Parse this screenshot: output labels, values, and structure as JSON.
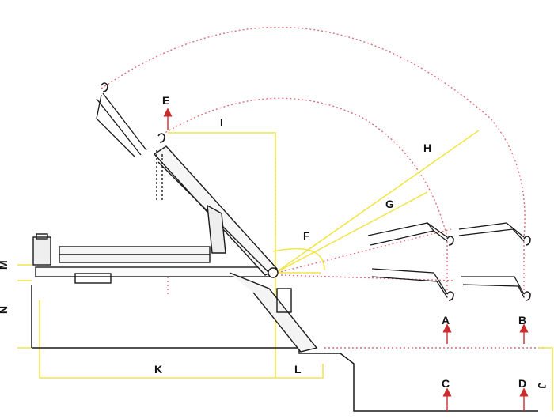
{
  "colors": {
    "line": "#1a1a1a",
    "dimension": "#f2e64a",
    "dotted": "#e0707a",
    "arrow": "#cc2b2b",
    "background": "#ffffff"
  },
  "labels": {
    "A": "A",
    "B": "B",
    "C": "C",
    "D": "D",
    "E": "E",
    "F": "F",
    "G": "G",
    "H": "H",
    "I": "I",
    "J": "J",
    "K": "K",
    "L": "L",
    "M": "M",
    "N": "N"
  },
  "icons": {
    "hook": "hook-icon",
    "arrow": "arrow-up-icon"
  }
}
